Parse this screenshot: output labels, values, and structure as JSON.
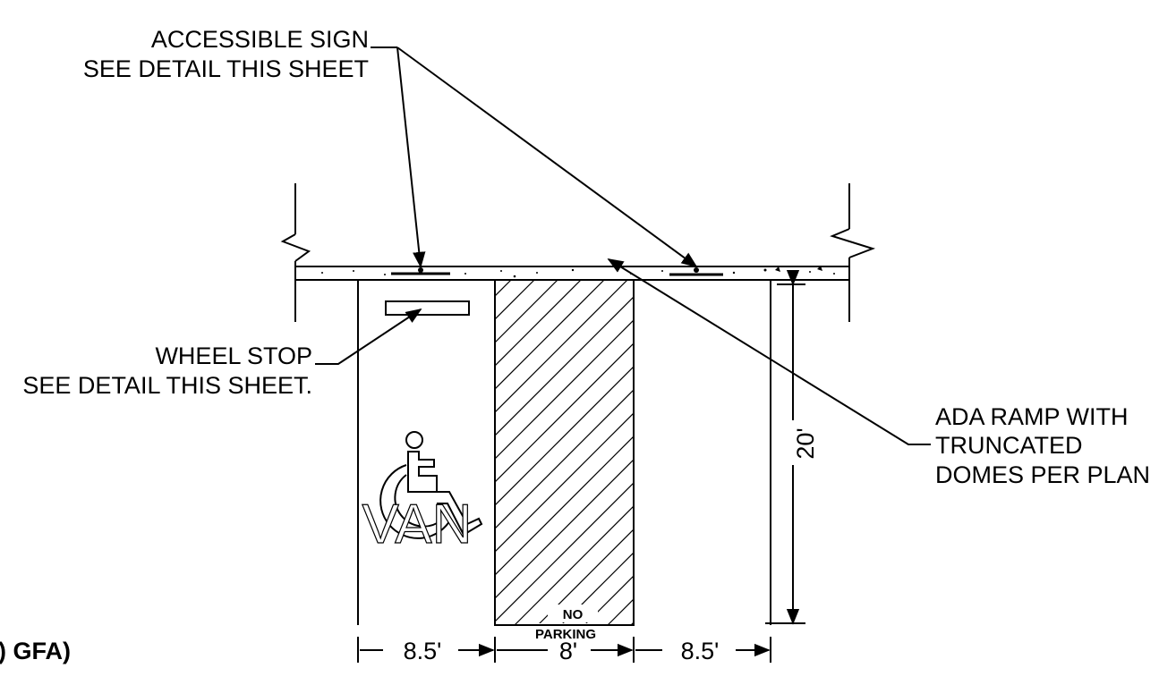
{
  "labels": {
    "sign_line1": "ACCESSIBLE SIGN",
    "sign_line2": "SEE DETAIL THIS SHEET",
    "stop_line1": "WHEEL STOP",
    "stop_line2": "SEE DETAIL THIS SHEET.",
    "ramp_line1": "ADA RAMP WITH",
    "ramp_line2": "TRUNCATED",
    "ramp_line3": "DOMES PER PLAN",
    "partial_note": ") GFA)"
  },
  "stalls": {
    "van_text": "VAN",
    "no_parking_line1": "NO",
    "no_parking_line2": "PARKING"
  },
  "dimensions": {
    "left_width": "8.5'",
    "middle_width": "8'",
    "right_width": "8.5'",
    "depth": "20'"
  },
  "icons": {
    "accessibility_symbol": "wheelchair-icon"
  }
}
